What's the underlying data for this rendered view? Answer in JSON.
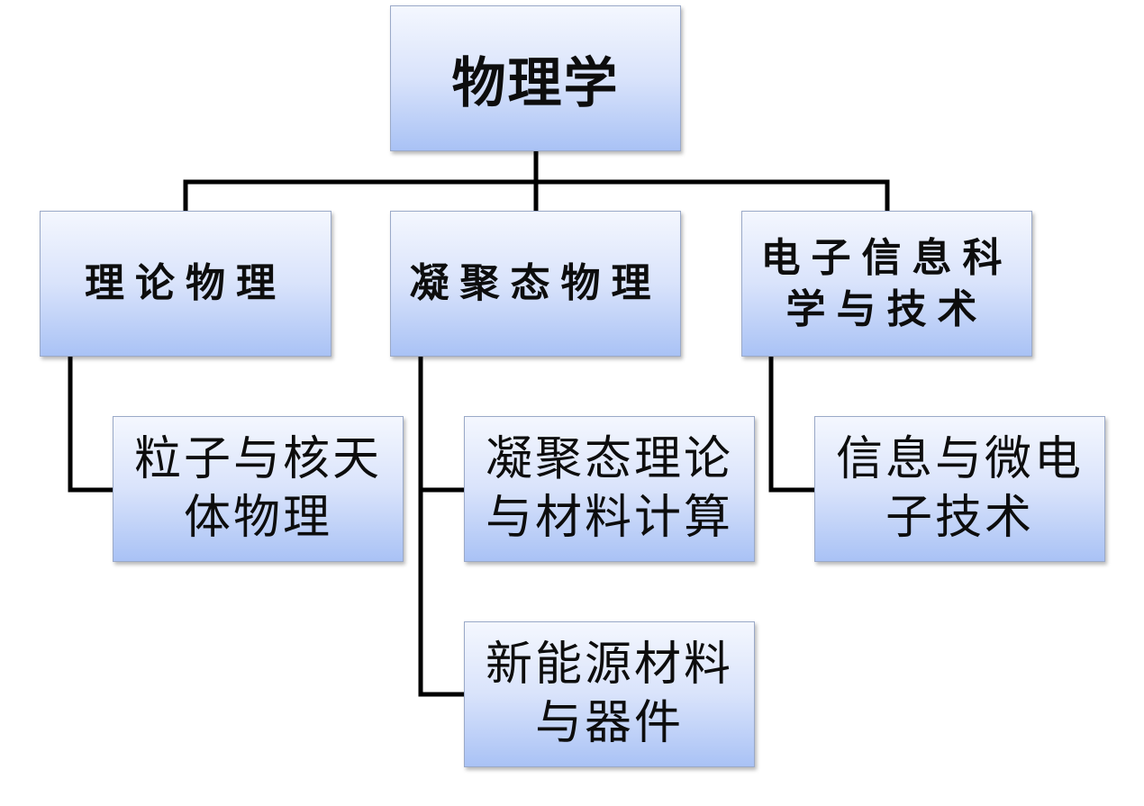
{
  "diagram": {
    "root": "物理学",
    "disciplines": [
      "理论物理",
      "凝聚态物理",
      "电子信息科学与技术"
    ],
    "subfields": {
      "particle": "粒子与核天体物理",
      "condensed_theory": "凝聚态理论与材料计算",
      "info_micro": "信息与微电子技术",
      "new_energy": "新能源材料与器件"
    },
    "colors": {
      "box_top": "#f4f7fe",
      "box_bottom": "#a9c2f5",
      "connector": "#000000"
    }
  }
}
